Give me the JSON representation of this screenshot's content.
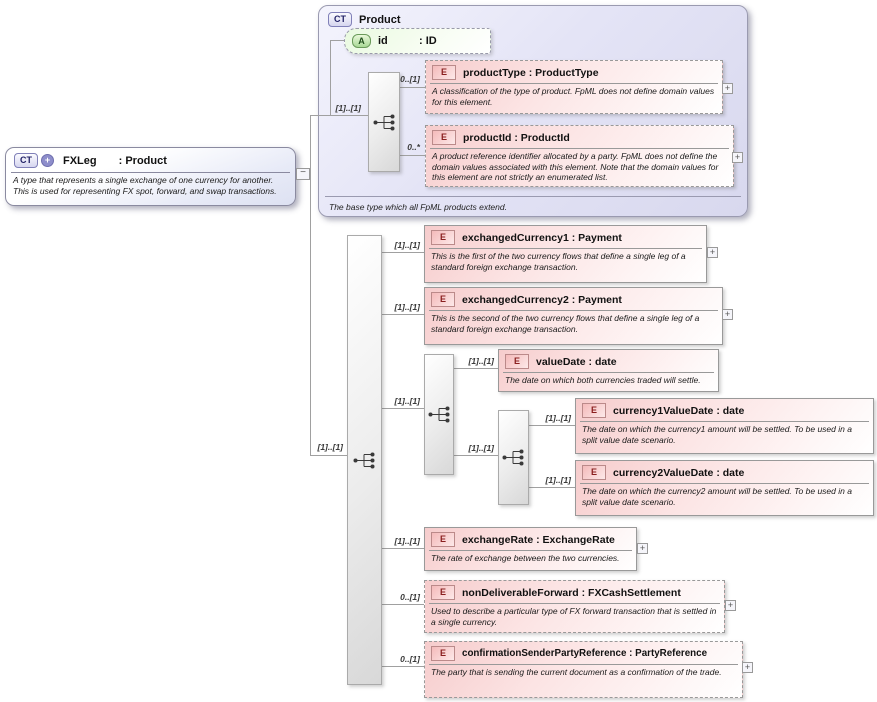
{
  "icons": {
    "expand": "+",
    "collapse": "−"
  },
  "colors": {
    "element_fill": "#f6cccc",
    "attribute_fill": "#e9fae0",
    "complex_type_fill": "#e4e4f6",
    "root_fill": "#e7eaf7",
    "connector": "#a0a0a0",
    "element_badge_text": "#8a1f1f",
    "attribute_badge_text": "#204f1d",
    "type_badge_text": "#222266"
  },
  "root": {
    "badge": "CT",
    "plus": "+",
    "name": "FXLeg",
    "type": ": Product",
    "description": "A type that represents a single exchange of one currency for another. This is used for representing FX spot, forward, and swap transactions."
  },
  "product": {
    "badge": "CT",
    "title": "Product",
    "footer": "The base type which all FpML products extend.",
    "sequence_cardinality": "[1]..[1]",
    "attribute": {
      "badge": "A",
      "name": "id",
      "type": ": ID"
    },
    "children": [
      {
        "badge": "E",
        "cardinality": "0..[1]",
        "name": "productType",
        "type": ": ProductType",
        "description": "A classification of the type of product. FpML does not define domain values for this element."
      },
      {
        "badge": "E",
        "cardinality": "0..*",
        "name": "productId",
        "type": ": ProductId",
        "description": "A product reference identifier allocated by a party. FpML does not define the domain values associated with this element. Note that the domain values for this element are not strictly an enumerated list."
      }
    ]
  },
  "sequence": {
    "cardinality": "[1]..[1]",
    "value_group_cardinality": "[1]..[1]",
    "split_group_cardinality": "[1]..[1]",
    "elements": [
      {
        "badge": "E",
        "cardinality": "[1]..[1]",
        "name": "exchangedCurrency1",
        "type": ": Payment",
        "description": "This is the first of the two currency flows that define a single leg of a standard foreign exchange transaction."
      },
      {
        "badge": "E",
        "cardinality": "[1]..[1]",
        "name": "exchangedCurrency2",
        "type": ": Payment",
        "description": "This is the second of the two currency flows that define a single leg of a standard foreign exchange transaction."
      },
      {
        "badge": "E",
        "cardinality": "[1]..[1]",
        "name": "valueDate",
        "type": ": date",
        "description": "The date on which both currencies traded will settle."
      },
      {
        "badge": "E",
        "cardinality": "[1]..[1]",
        "name": "currency1ValueDate",
        "type": ": date",
        "description": "The date on which the currency1 amount will be settled. To be used in a split value date scenario."
      },
      {
        "badge": "E",
        "cardinality": "[1]..[1]",
        "name": "currency2ValueDate",
        "type": ": date",
        "description": "The date on which the currency2 amount will be settled. To be used in a split value date scenario."
      },
      {
        "badge": "E",
        "cardinality": "[1]..[1]",
        "name": "exchangeRate",
        "type": ": ExchangeRate",
        "description": "The rate of exchange between the two currencies."
      },
      {
        "badge": "E",
        "cardinality": "0..[1]",
        "name": "nonDeliverableForward",
        "type": ": FXCashSettlement",
        "description": "Used to describe a particular type of FX forward transaction that is settled in a single currency."
      },
      {
        "badge": "E",
        "cardinality": "0..[1]",
        "name": "confirmationSenderPartyReference",
        "type": ": PartyReference",
        "description": "The party that is sending the current document as a confirmation of the trade."
      }
    ]
  }
}
